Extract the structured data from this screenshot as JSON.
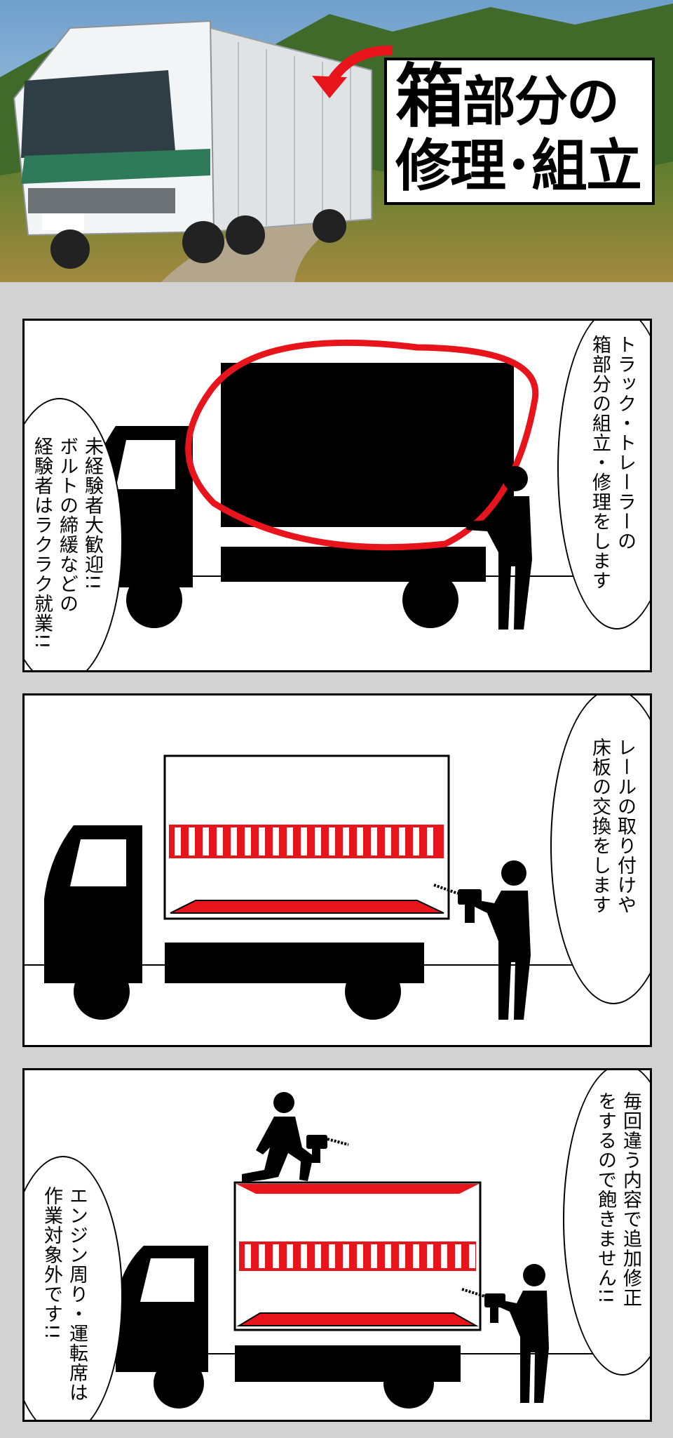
{
  "hero": {
    "title_big": "箱",
    "title_line1": "部分の",
    "title_line2": "修理･組立"
  },
  "panels": [
    {
      "right_lines": [
        "トラック・トレーラーの",
        "箱部分の組立・修理をします"
      ],
      "left_lines": [
        "未経験者大歓迎!!",
        "ボルトの締緩などの",
        "経験者はラクラク就業!!"
      ]
    },
    {
      "right_lines": [
        "レールの取り付けや",
        "床板の交換をします"
      ]
    },
    {
      "right_lines": [
        "毎回違う内容で追加修正",
        "をするので飽きません!!"
      ],
      "left_lines": [
        "エンジン周り・運転席は",
        "作業対象外です!!"
      ]
    }
  ],
  "colors": {
    "accent_red": "#e8141b",
    "ink": "#000000",
    "frame_gray": "#d2d2d2"
  }
}
